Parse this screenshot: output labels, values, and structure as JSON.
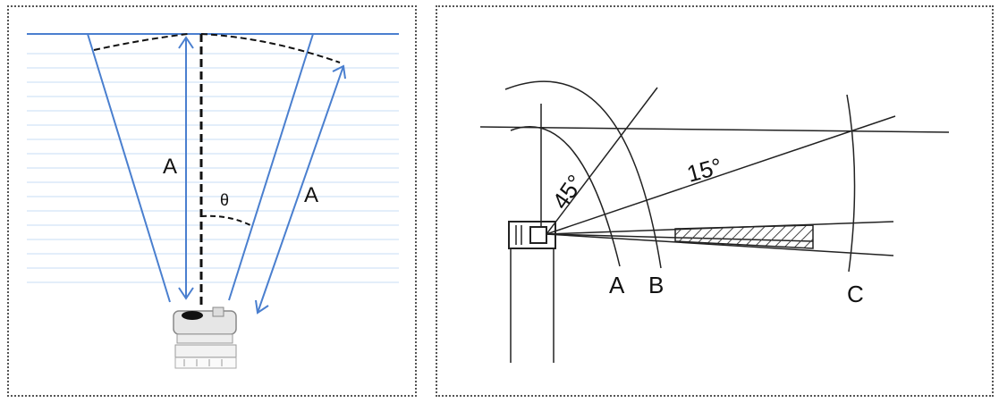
{
  "left_diagram": {
    "labels": {
      "distance_vertical": "A",
      "distance_tilted": "A",
      "angle": "θ"
    },
    "colors": {
      "beam": "#4a7fcf",
      "water_lines": "#bcd3f0",
      "dashed": "#111111"
    },
    "icons": [
      "sonar-device-icon"
    ]
  },
  "right_diagram": {
    "labels": {
      "angle_45": "45°",
      "angle_15": "15°",
      "point_a": "A",
      "point_b": "B",
      "point_c": "C"
    },
    "colors": {
      "lines": "#222222",
      "hatch": "#444444"
    }
  }
}
